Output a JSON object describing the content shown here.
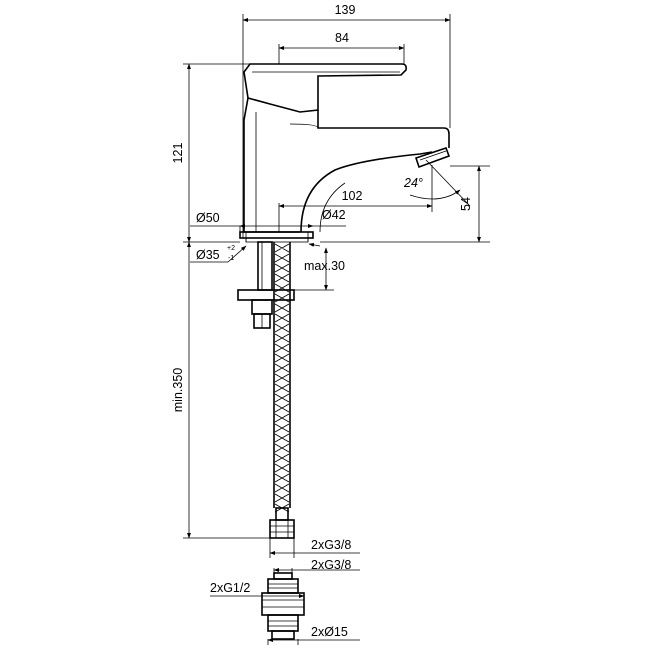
{
  "dimensions": {
    "overall_width": "139",
    "lever_width": "84",
    "overall_height": "121",
    "reach": "102",
    "spout_angle": "24°",
    "outlet_height": "54",
    "base_diameter": "Ø50",
    "spout_outlet_diameter": "Ø42",
    "hole_diameter": "Ø35",
    "hole_tol_plus": "+2",
    "hole_tol_minus": "-1",
    "max_deck_thickness": "max.30",
    "min_hose_length": "min.350"
  },
  "connections": {
    "hose_thread": "2xG3/8",
    "adapter_thread_top": "2xG3/8",
    "adapter_thread_bottom": "2xG1/2",
    "compression_size": "2xØ15"
  }
}
